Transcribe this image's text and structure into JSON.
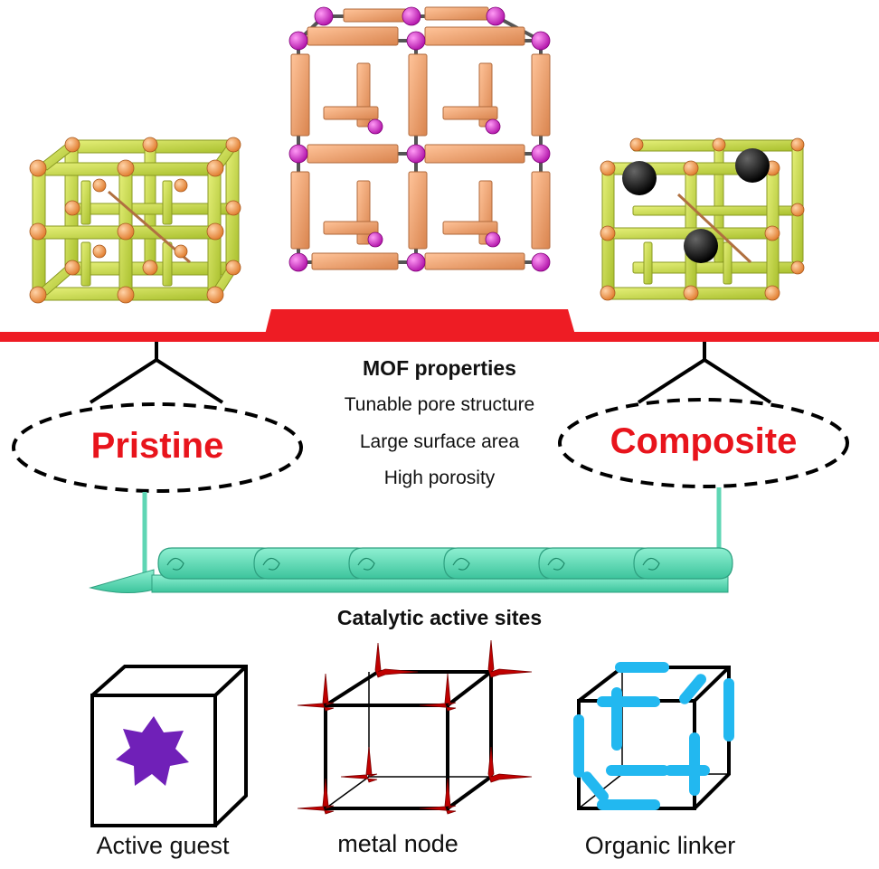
{
  "diagram": {
    "balance_label": "MOF properties",
    "properties": [
      "Tunable pore structure",
      "Large surface area",
      "High porosity"
    ],
    "left_label": "Pristine",
    "right_label": "Composite",
    "scroll_label": "Catalytic active sites",
    "site_types": [
      {
        "label": "Active guest",
        "icon": "cube-with-star-icon"
      },
      {
        "label": "metal node",
        "icon": "cube-with-metal-nodes-icon"
      },
      {
        "label": "Organic linker",
        "icon": "cube-with-linkers-icon"
      }
    ]
  },
  "colors": {
    "beam": "#ee1c24",
    "label_red": "#e8141c",
    "linker_green": "#c8dc46",
    "node_orange": "#f0a050",
    "linker_orange": "#f0a070",
    "node_magenta": "#d020c8",
    "guest_black": "#111111",
    "scroll_teal": "#5fd6b4",
    "star_purple": "#7020b8",
    "node_red": "#c00000",
    "linker_blue": "#22b8f0"
  }
}
